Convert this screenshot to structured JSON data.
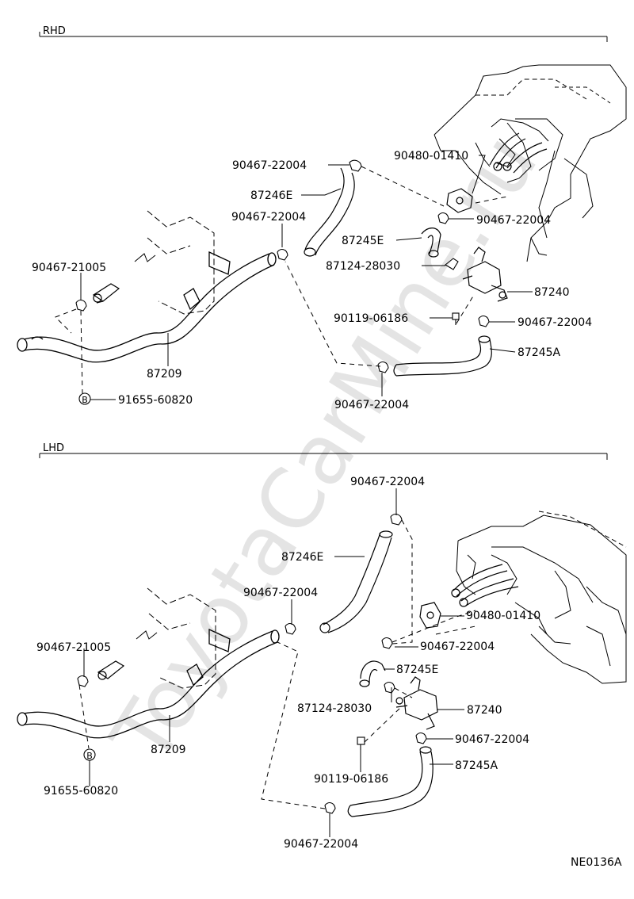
{
  "watermark": "ToyotaCarMine.ru",
  "diagram_code": "NE0136A",
  "sections": [
    {
      "id": "rhd",
      "title": "RHD",
      "parts": [
        "90467-22004",
        "90480-01410",
        "87246E",
        "90467-22004",
        "90467-22004",
        "87245E",
        "87124-28030",
        "90467-21005",
        "87240",
        "90119-06186",
        "90467-22004",
        "87245A",
        "87209",
        "91655-60820",
        "90467-22004"
      ]
    },
    {
      "id": "lhd",
      "title": "LHD",
      "parts": [
        "90467-22004",
        "87246E",
        "90467-22004",
        "90480-01410",
        "90467-21005",
        "90467-22004",
        "87245E",
        "87124-28030",
        "87240",
        "90467-22004",
        "87209",
        "87245A",
        "90119-06186",
        "91655-60820",
        "90467-22004"
      ]
    }
  ],
  "bolt_marker": "B"
}
